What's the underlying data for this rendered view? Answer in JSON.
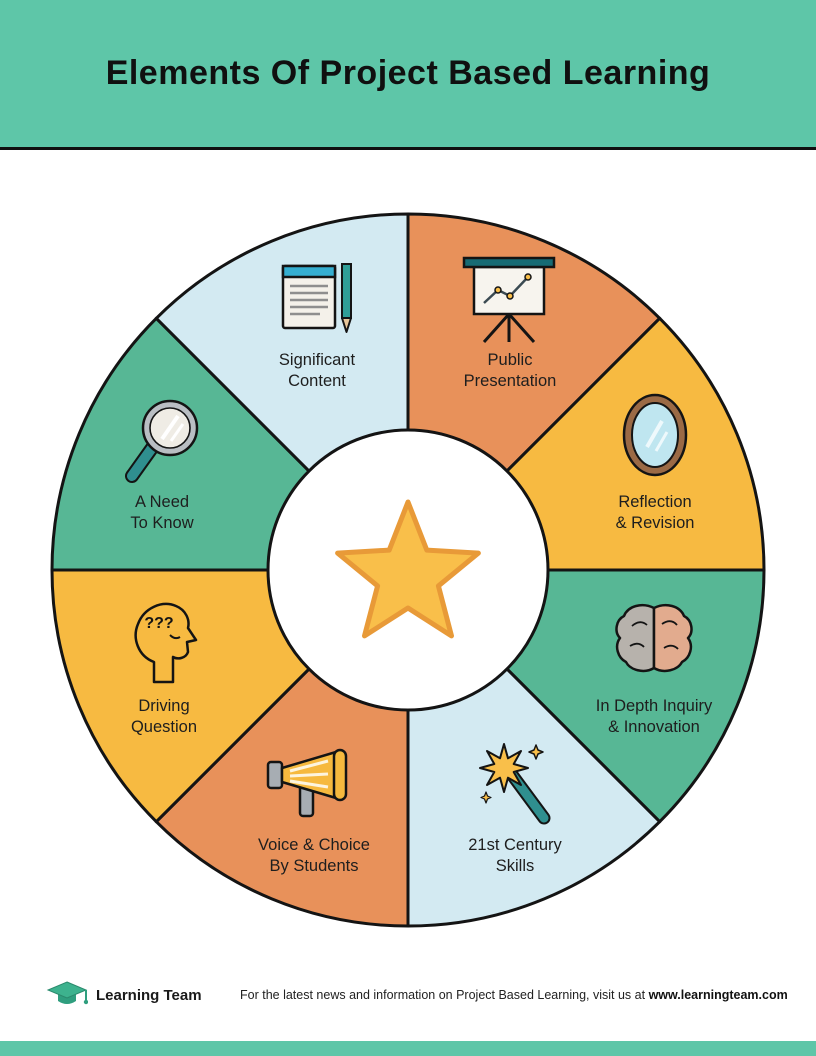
{
  "header": {
    "title": "Elements Of Project Based Learning",
    "bg_color": "#5ec6a8"
  },
  "wheel": {
    "center_icon": "star-icon",
    "star_color": "#f9bf4a",
    "star_stroke": "#e89a38",
    "segments": [
      {
        "id": "public-presentation",
        "label_line1": "Public",
        "label_line2": "Presentation",
        "icon": "presentation-chart-icon",
        "color": "#e8915a"
      },
      {
        "id": "reflection-revision",
        "label_line1": "Reflection",
        "label_line2": "& Revision",
        "icon": "mirror-icon",
        "color": "#f7ba41"
      },
      {
        "id": "in-depth-inquiry-innovation",
        "label_line1": "In Depth Inquiry",
        "label_line2": "& Innovation",
        "icon": "brain-icon",
        "color": "#57b795"
      },
      {
        "id": "21st-century-skills",
        "label_line1": "21st Century",
        "label_line2": "Skills",
        "icon": "magic-wand-icon",
        "color": "#d3eaf2"
      },
      {
        "id": "voice-choice-by-students",
        "label_line1": "Voice & Choice",
        "label_line2": "By Students",
        "icon": "megaphone-icon",
        "color": "#e8915a"
      },
      {
        "id": "driving-question",
        "label_line1": "Driving",
        "label_line2": "Question",
        "icon": "thinking-head-icon",
        "color": "#f7ba41",
        "icon_text": "???"
      },
      {
        "id": "a-need-to-know",
        "label_line1": "A Need",
        "label_line2": "To Know",
        "icon": "magnifying-glass-icon",
        "color": "#57b795"
      },
      {
        "id": "significant-content",
        "label_line1": "Significant",
        "label_line2": "Content",
        "icon": "notepad-icon",
        "color": "#d3eaf2"
      }
    ]
  },
  "footer": {
    "brand": "Learning Team",
    "info_text": "For the latest news and information on Project Based Learning, visit us at",
    "info_url": "www.learningteam.com",
    "bar_color": "#5ec6a8"
  }
}
